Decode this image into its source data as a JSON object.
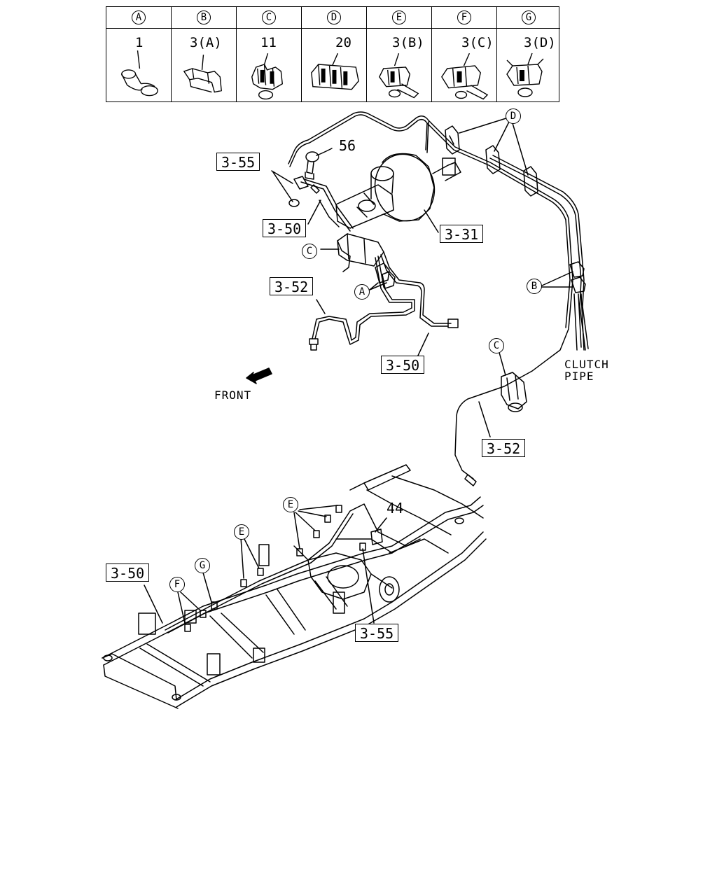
{
  "legend": [
    {
      "letter": "A",
      "part": "1"
    },
    {
      "letter": "B",
      "part": "3(A)"
    },
    {
      "letter": "C",
      "part": "11"
    },
    {
      "letter": "D",
      "part": "20"
    },
    {
      "letter": "E",
      "part": "3(B)"
    },
    {
      "letter": "F",
      "part": "3(C)"
    },
    {
      "letter": "G",
      "part": "3(D)"
    }
  ],
  "callouts": {
    "ref_3_55_top": "3-55",
    "part_56": "56",
    "ref_3_50_top": "3-50",
    "ref_3_31": "3-31",
    "ref_3_52_top": "3-52",
    "ref_3_50_mid": "3-50",
    "ref_3_52_right": "3-52",
    "ref_3_50_frame": "3-50",
    "ref_3_55_frame": "3-55",
    "part_44": "44",
    "front_label": "FRONT",
    "clutch_label_1": "CLUTCH",
    "clutch_label_2": "PIPE"
  },
  "pointers": {
    "c_top": "C",
    "a_mid": "A",
    "d_top": "D",
    "b_right": "B",
    "c_right": "C",
    "e_left": "E",
    "e_mid": "E",
    "f": "F",
    "g": "G"
  }
}
